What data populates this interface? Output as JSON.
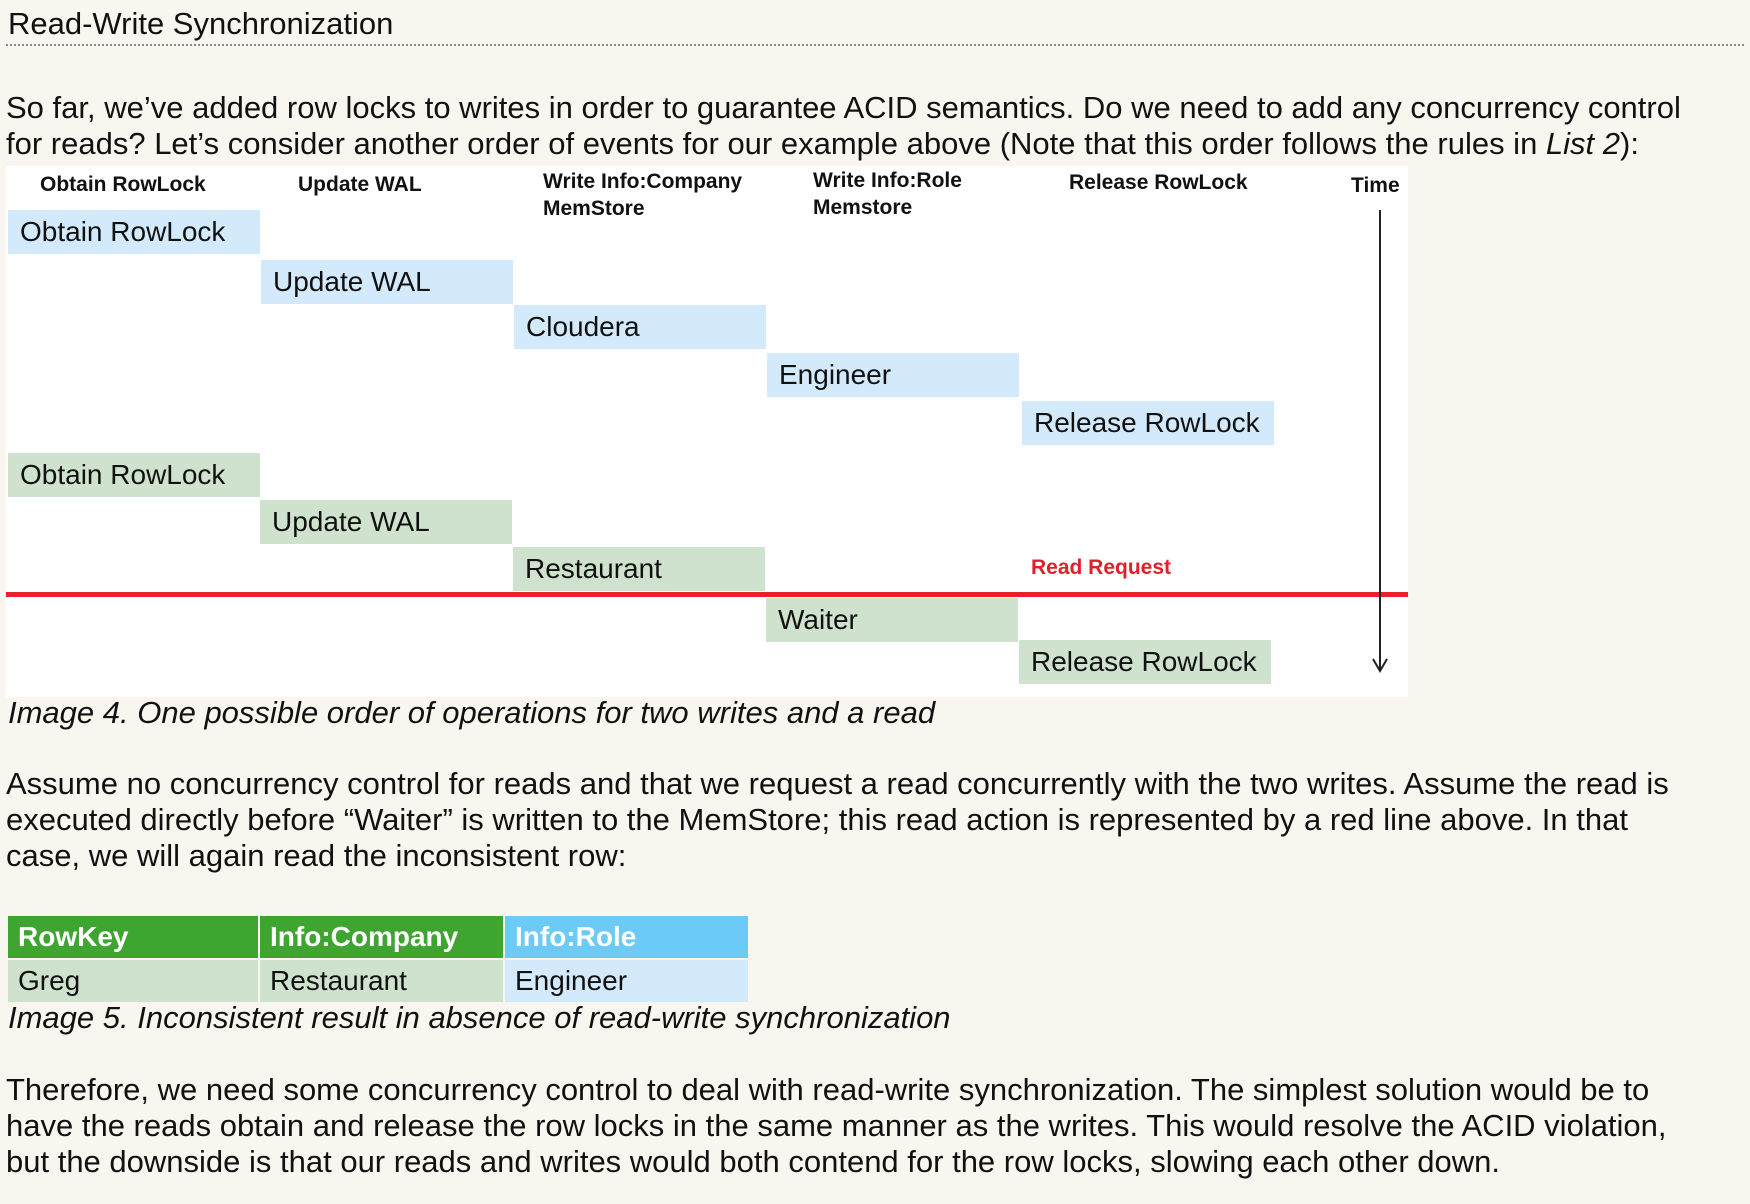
{
  "heading": "Read-Write Synchronization",
  "intro": {
    "line1": "So far, we’ve added row locks to writes in order to guarantee ACID semantics.  Do we need to add any concurrency control",
    "line2_before": "for reads?  Let’s consider another order of events for our example above (Note that this order follows the rules in ",
    "line2_em": "List 2",
    "line2_after": "):"
  },
  "diagram": {
    "columns": [
      {
        "line1": "Obtain RowLock",
        "line2": ""
      },
      {
        "line1": "Update WAL",
        "line2": ""
      },
      {
        "line1": "Write Info:Company",
        "line2": "MemStore"
      },
      {
        "line1": "Write Info:Role",
        "line2": "Memstore"
      },
      {
        "line1": "Release RowLock",
        "line2": ""
      }
    ],
    "time_label": "Time",
    "write1": [
      "Obtain RowLock",
      "Update WAL",
      "Cloudera",
      "Engineer",
      "Release RowLock"
    ],
    "write2": [
      "Obtain RowLock",
      "Update WAL",
      "Restaurant",
      "Waiter",
      "Release RowLock"
    ],
    "read_label": "Read Request",
    "colors": {
      "write1": "#d3eafc",
      "write2": "#cfe2cd",
      "read_line": "#e8202b"
    }
  },
  "caption1": "Image 4.  One possible order of operations for two writes and a read",
  "para2": {
    "line1": "Assume no concurrency control for reads and that we request a read concurrently with the two writes.  Assume the read is",
    "line2": "executed directly before “Waiter” is written to the MemStore; this read action is represented by a red line above.  In that",
    "line3": "case, we will again read the inconsistent row:"
  },
  "table": {
    "headers": [
      "RowKey",
      "Info:Company",
      "Info:Role"
    ],
    "row": [
      "Greg",
      "Restaurant",
      "Engineer"
    ],
    "colors": {
      "header_green": "#3fa531",
      "header_blue": "#6ccaf7"
    }
  },
  "caption2": "Image 5.  Inconsistent result in absence of read-write synchronization",
  "para3": {
    "line1": "Therefore, we need some concurrency control to deal with read-write synchronization.  The simplest solution would be to",
    "line2": "have the reads obtain and release the row locks in the same manner as the writes.  This would resolve the ACID violation,",
    "line3": "but the downside is that our reads and writes would both contend for the row locks, slowing each other down."
  }
}
